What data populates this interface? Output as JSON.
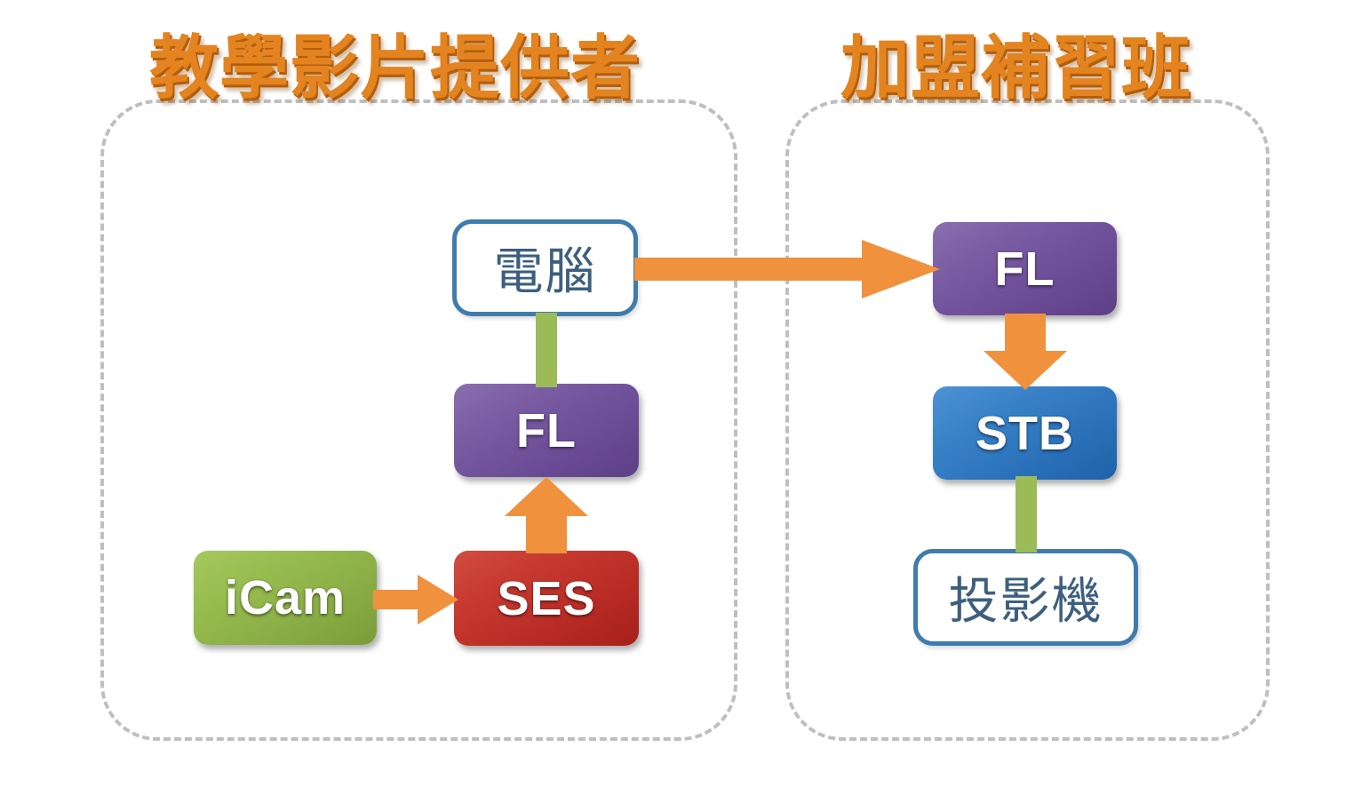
{
  "diagram": {
    "title_left": "教學影片提供者",
    "title_right": "加盟補習班",
    "groups": [
      {
        "id": "provider",
        "label": "教學影片提供者"
      },
      {
        "id": "franchise",
        "label": "加盟補習班"
      }
    ],
    "nodes": [
      {
        "id": "computer",
        "label": "電腦",
        "style": "outlined",
        "group": "provider"
      },
      {
        "id": "fl-left",
        "label": "FL",
        "style": "purple",
        "group": "provider"
      },
      {
        "id": "icam",
        "label": "iCam",
        "style": "green",
        "group": "provider"
      },
      {
        "id": "ses",
        "label": "SES",
        "style": "red",
        "group": "provider"
      },
      {
        "id": "fl-right",
        "label": "FL",
        "style": "purple",
        "group": "franchise"
      },
      {
        "id": "stb",
        "label": "STB",
        "style": "blue",
        "group": "franchise"
      },
      {
        "id": "projector",
        "label": "投影機",
        "style": "outlined",
        "group": "franchise"
      }
    ],
    "connectors": [
      {
        "from": "icam",
        "to": "ses",
        "type": "arrow",
        "direction": "right",
        "color": "#F0913E"
      },
      {
        "from": "ses",
        "to": "fl-left",
        "type": "arrow",
        "direction": "up",
        "color": "#F0913E"
      },
      {
        "from": "computer",
        "to": "fl-left",
        "type": "line",
        "direction": "down",
        "color": "#9BBB59"
      },
      {
        "from": "computer",
        "to": "fl-right",
        "type": "arrow",
        "direction": "right",
        "color": "#F0913E"
      },
      {
        "from": "fl-right",
        "to": "stb",
        "type": "arrow",
        "direction": "down",
        "color": "#F0913E"
      },
      {
        "from": "stb",
        "to": "projector",
        "type": "line",
        "direction": "down",
        "color": "#9BBB59"
      }
    ],
    "colors": {
      "title_orange": "#E38420",
      "arrow_orange": "#F0913E",
      "connector_green": "#9BBB59",
      "group_border_gray": "#BFBFBF",
      "purple": "#6C4D97",
      "blue": "#2B72BB",
      "red": "#B92C25",
      "green": "#8AAE45",
      "outline_blue": "#3F7CAD",
      "outline_text": "#3D5F7E",
      "background": "#FFFFFF"
    }
  }
}
